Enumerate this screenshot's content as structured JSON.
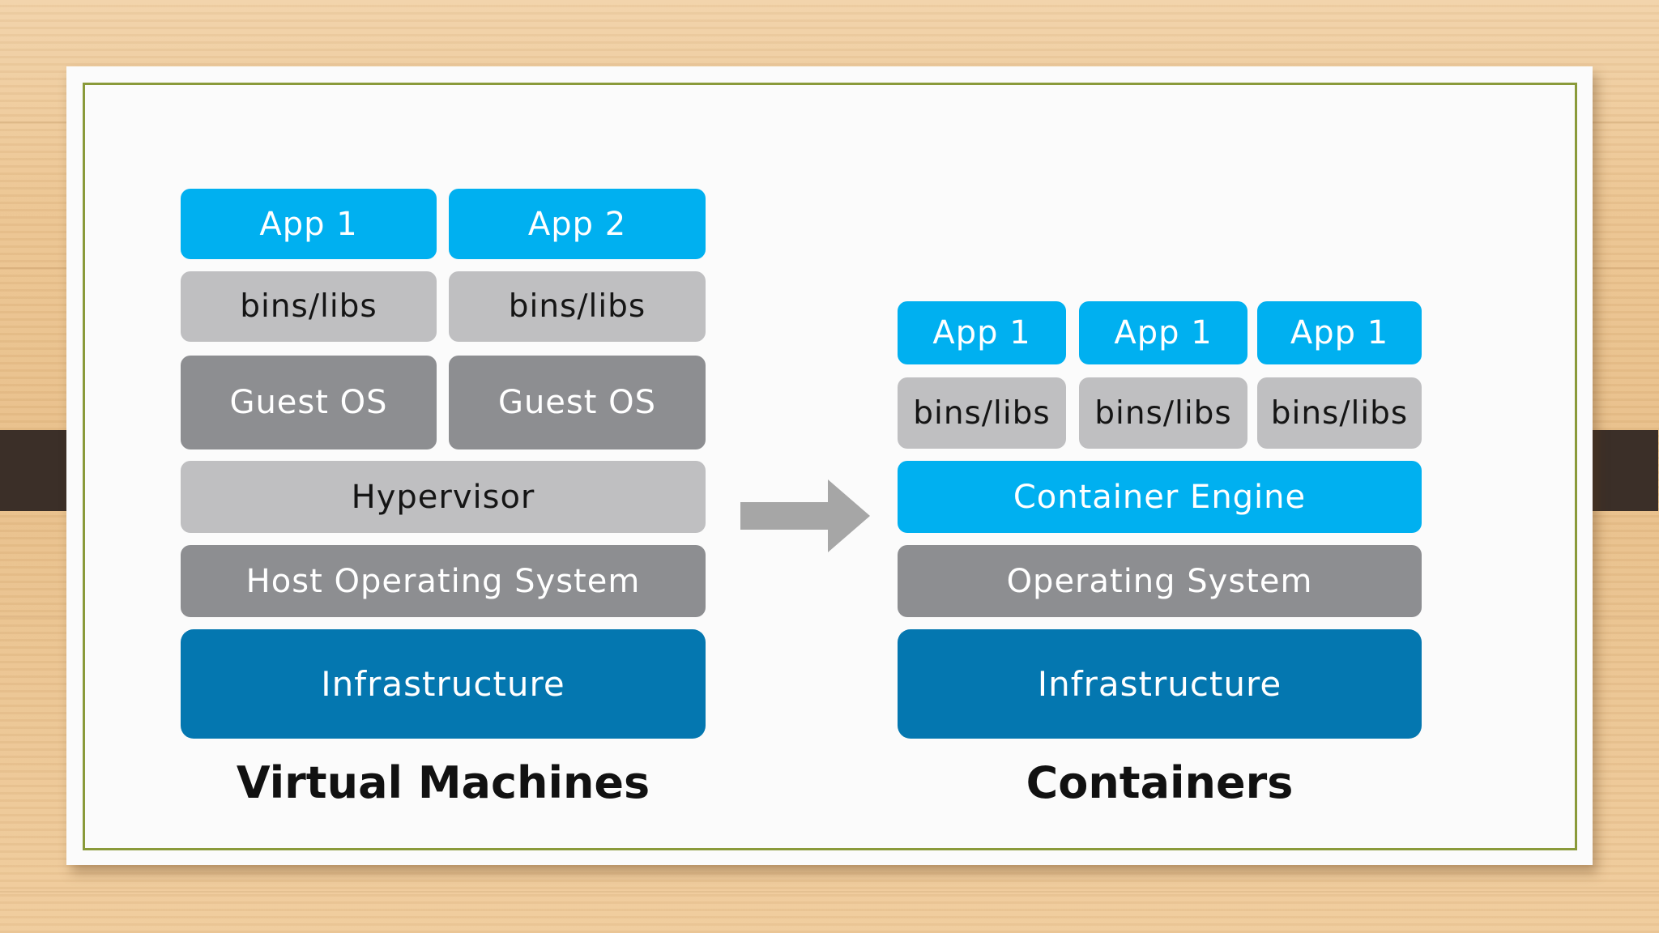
{
  "virtual_machines": {
    "title": "Virtual Machines",
    "apps": [
      "App 1",
      "App 2"
    ],
    "bins": [
      "bins/libs",
      "bins/libs"
    ],
    "guest_os": [
      "Guest OS",
      "Guest OS"
    ],
    "hypervisor": "Hypervisor",
    "host_os": "Host Operating System",
    "infrastructure": "Infrastructure"
  },
  "containers": {
    "title": "Containers",
    "apps": [
      "App 1",
      "App 1",
      "App 1"
    ],
    "bins": [
      "bins/libs",
      "bins/libs",
      "bins/libs"
    ],
    "engine": "Container Engine",
    "os": "Operating System",
    "infrastructure": "Infrastructure"
  },
  "colors": {
    "app_blue": "#00b0f0",
    "infrastructure_blue": "#0477b0",
    "light_gray": "#bfbfc1",
    "dark_gray": "#8d8e91",
    "arrow_gray": "#a6a6a6",
    "frame_green": "#8a9a3a"
  }
}
